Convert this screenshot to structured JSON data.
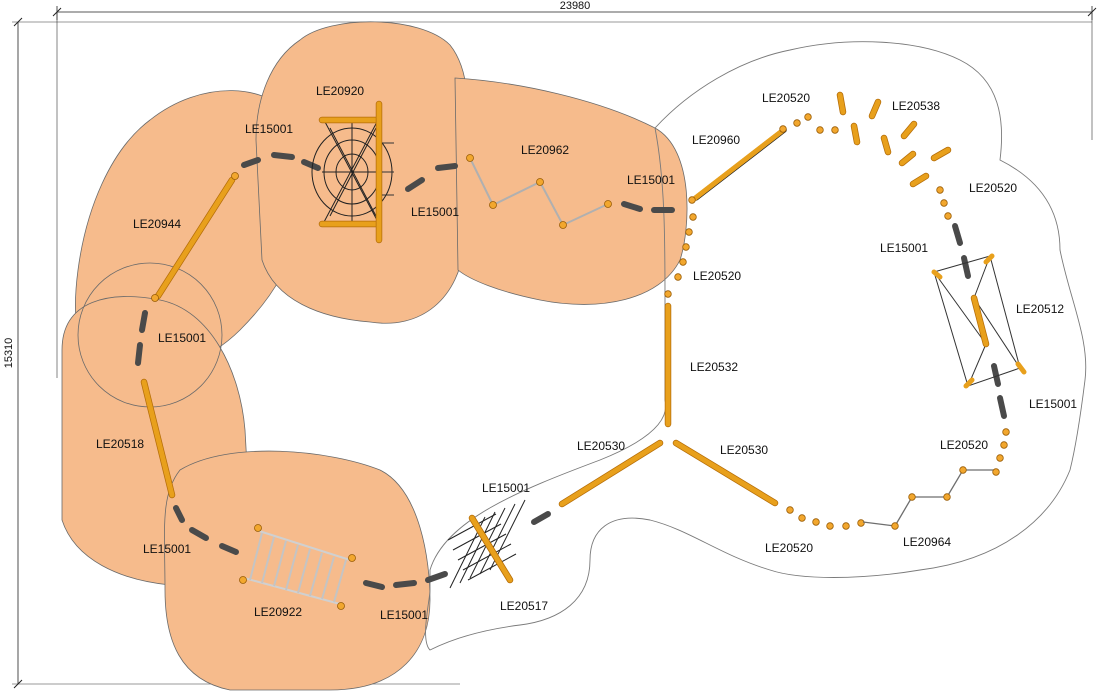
{
  "dimensions": {
    "width_label": "23980",
    "height_label": "15310"
  },
  "labels": {
    "le20920": "LE20920",
    "le15001_top_left": "LE15001",
    "le15001_top_mid": "LE15001",
    "le20962": "LE20962",
    "le15001_top_right": "LE15001",
    "le20960": "LE20960",
    "le20520_top": "LE20520",
    "le20538": "LE20538",
    "le20520_right": "LE20520",
    "le20944": "LE20944",
    "le20520_center": "LE20520",
    "le15001_left": "LE15001",
    "le15001_right_top": "LE15001",
    "le20512": "LE20512",
    "le20532": "LE20532",
    "le15001_right_bottom": "LE15001",
    "le20518": "LE20518",
    "le20530_left": "LE20530",
    "le20530_right": "LE20530",
    "le20520_right_bottom": "LE20520",
    "le15001_bottom_left": "LE15001",
    "le15001_bottom_mid": "LE15001",
    "le20922": "LE20922",
    "le15001_bottom": "LE15001",
    "le20517": "LE20517",
    "le20520_bottom": "LE20520",
    "le20964": "LE20964"
  },
  "colors": {
    "safety_zone": "#f6bb8c",
    "wood_beam": "#e8a01c",
    "rubber_step": "#4a4a4a"
  }
}
